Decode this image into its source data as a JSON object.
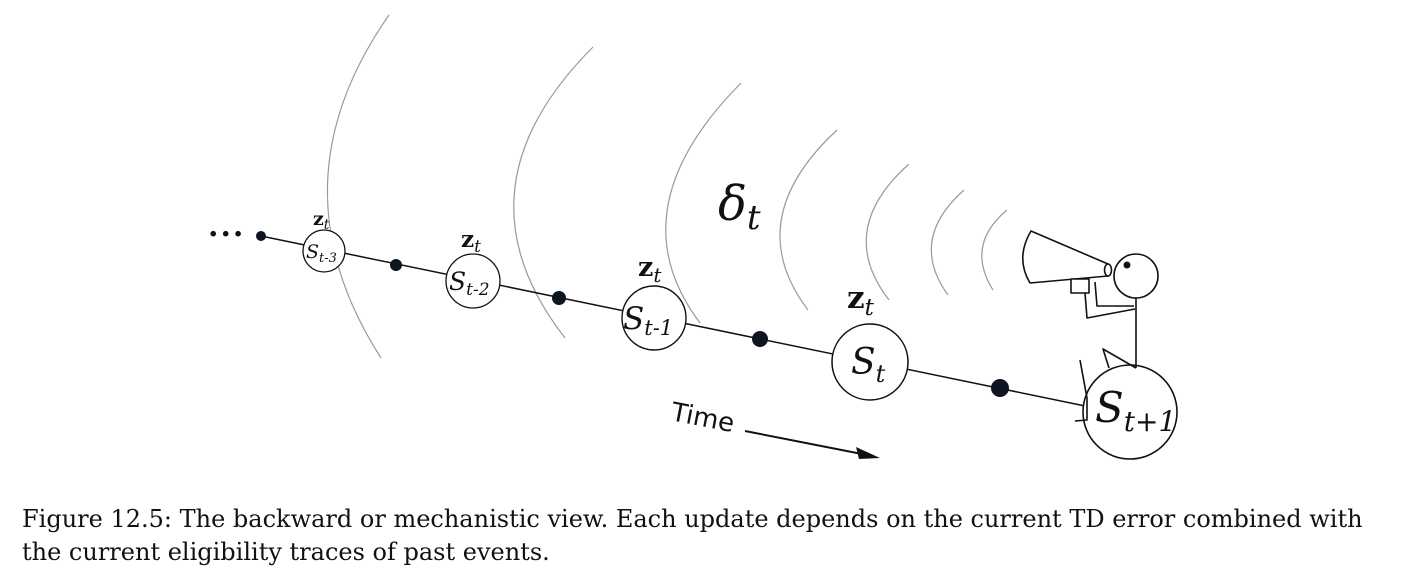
{
  "states": [
    {
      "main": "S",
      "sub": "t-3"
    },
    {
      "main": "S",
      "sub": "t-2"
    },
    {
      "main": "S",
      "sub": "t-1"
    },
    {
      "main": "S",
      "sub": "t"
    },
    {
      "main": "S",
      "sub": "t+1"
    }
  ],
  "traces": [
    {
      "main": "z",
      "sub": "t"
    },
    {
      "main": "z",
      "sub": "t"
    },
    {
      "main": "z",
      "sub": "t"
    },
    {
      "main": "z",
      "sub": "t"
    }
  ],
  "ellipsis": "...",
  "delta": {
    "main": "δ",
    "sub": "t"
  },
  "time_label": "Time",
  "caption": {
    "label": "Figure 12.5:",
    "text": "The backward or mechanistic view. Each update depends on the current TD error combined with the current eligibility traces of past events."
  }
}
